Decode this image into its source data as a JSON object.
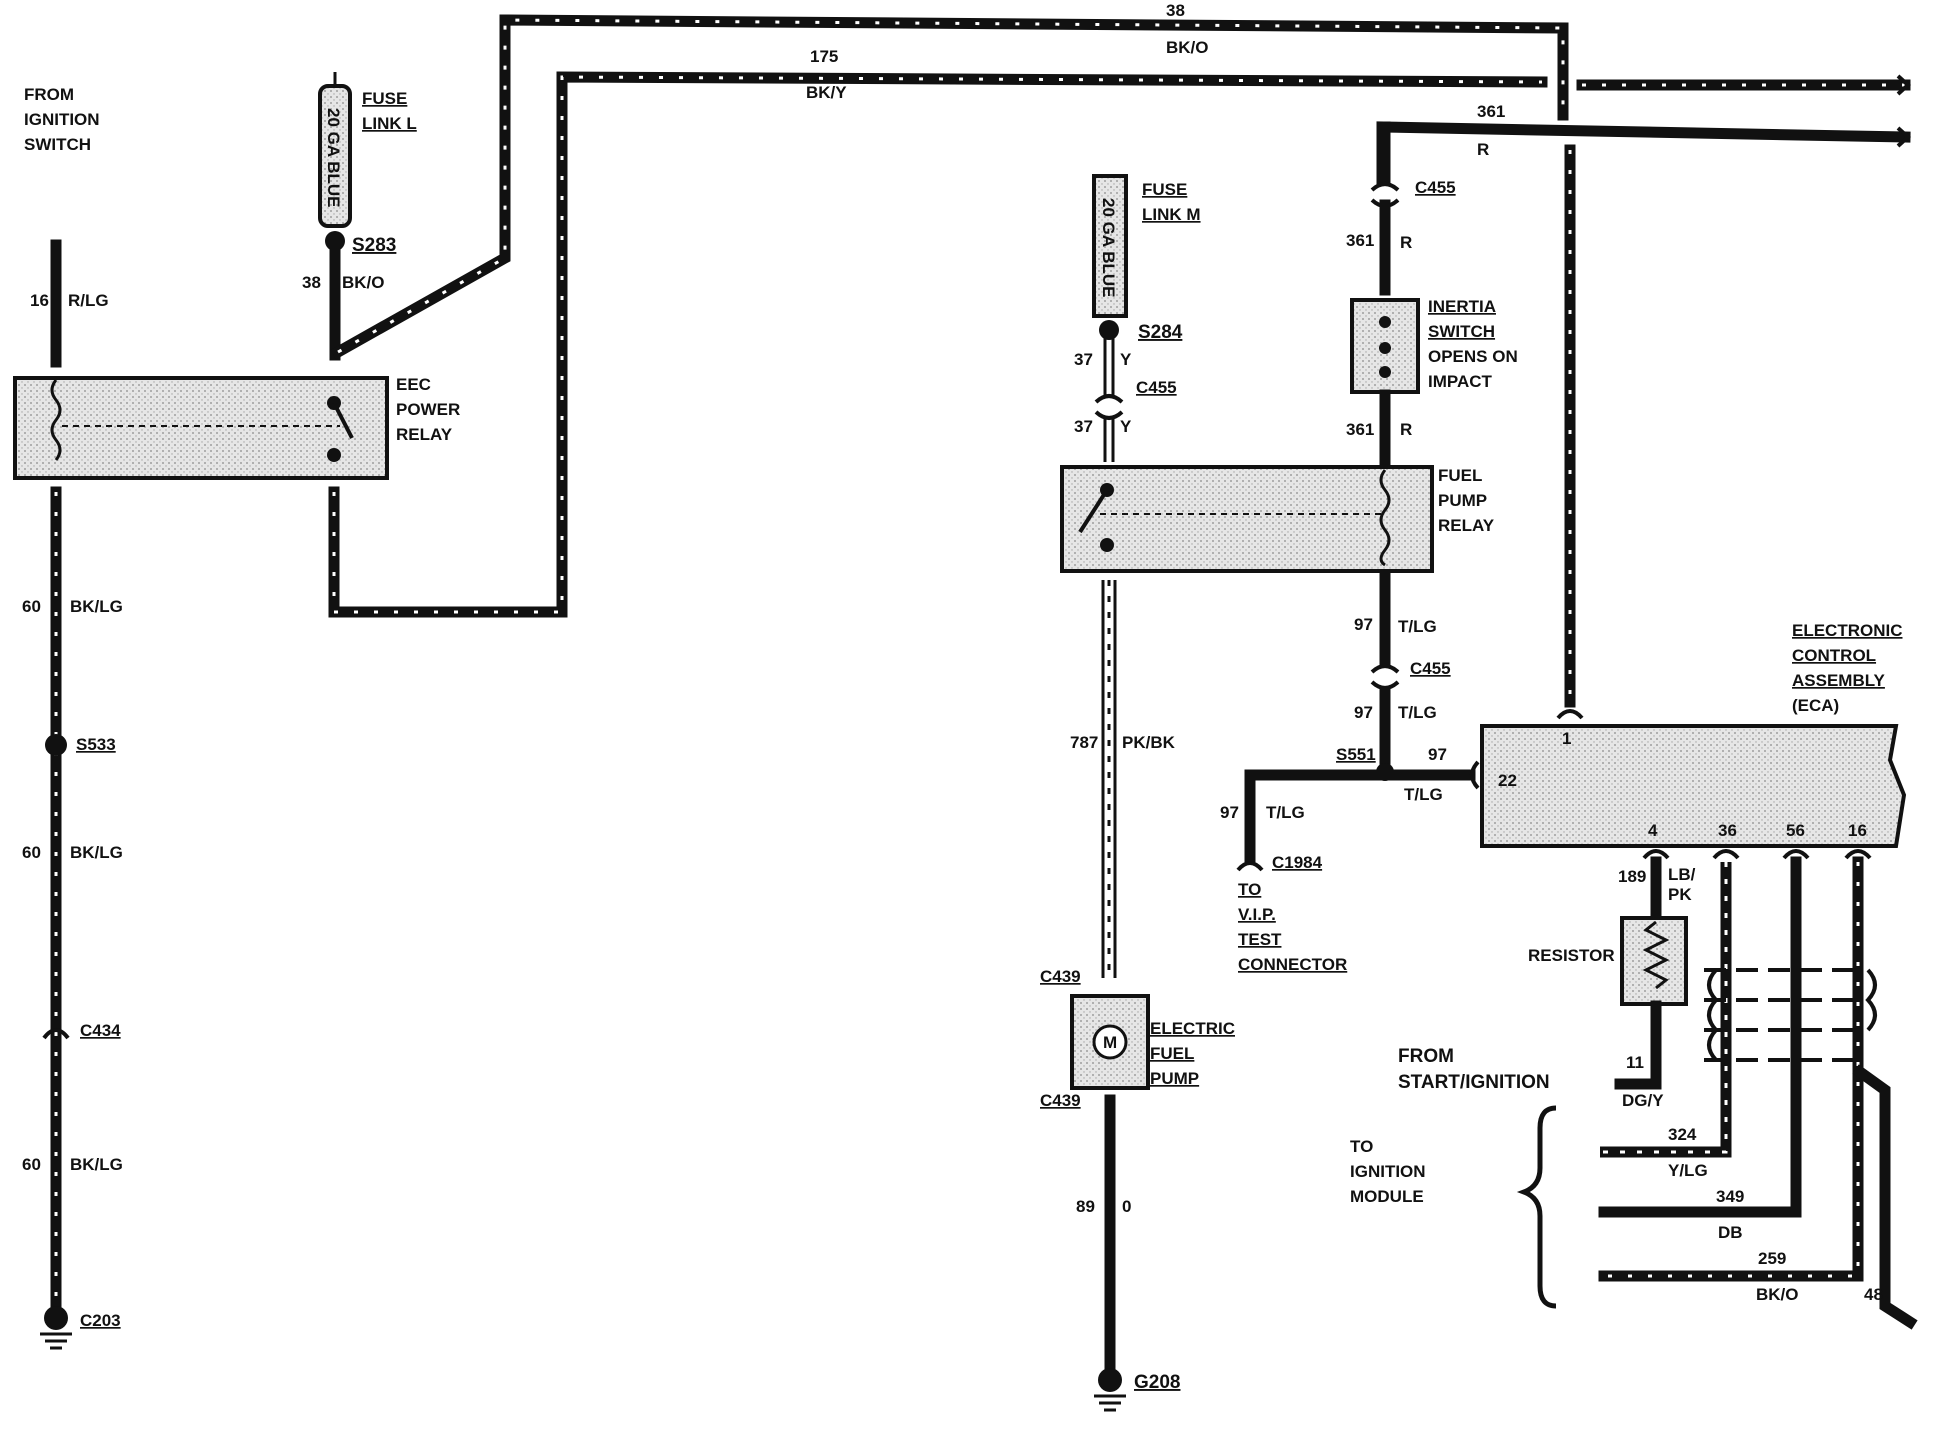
{
  "ignition_source": {
    "line1": "FROM",
    "line2": "IGNITION",
    "line3": "SWITCH"
  },
  "fuse_link_l": {
    "label1": "FUSE",
    "label2": "LINK L",
    "rating": "20 GA BLUE"
  },
  "fuse_link_m": {
    "label1": "FUSE",
    "label2": "LINK M",
    "rating": "20 GA BLUE"
  },
  "splices": {
    "s283": "S283",
    "s284": "S284",
    "s533": "S533",
    "s551": "S551"
  },
  "connectors": {
    "c455_a": "C455",
    "c455_b": "C455",
    "c455_c": "C455",
    "c434": "C434",
    "c203": "C203",
    "c439_top": "C439",
    "c439_bot": "C439",
    "c1984": "C1984",
    "g208": "G208"
  },
  "eec_relay": {
    "line1": "EEC",
    "line2": "POWER",
    "line3": "RELAY"
  },
  "fuel_pump_relay": {
    "line1": "FUEL",
    "line2": "PUMP",
    "line3": "RELAY"
  },
  "inertia_switch": {
    "line1": "INERTIA",
    "line2": "SWITCH",
    "line3": "OPENS ON",
    "line4": "IMPACT"
  },
  "fuel_pump": {
    "line1": "ELECTRIC",
    "line2": "FUEL",
    "line3": "PUMP",
    "symbol": "M"
  },
  "eca": {
    "line1": "ELECTRONIC",
    "line2": "CONTROL",
    "line3": "ASSEMBLY",
    "line4": "(ECA)",
    "pin1": "1",
    "pin22": "22",
    "pin4": "4",
    "pin36": "36",
    "pin56": "56",
    "pin16": "16"
  },
  "resistor": {
    "label": "RESISTOR"
  },
  "vip": {
    "line1": "TO",
    "line2": "V.I.P.",
    "line3": "TEST",
    "line4": "CONNECTOR"
  },
  "start_ignition": {
    "line1": "FROM",
    "line2": "START/IGNITION"
  },
  "ignition_module": {
    "line1": "TO",
    "line2": "IGNITION",
    "line3": "MODULE"
  },
  "wires": {
    "w38_top_num": "38",
    "w38_top_color": "BK/O",
    "w175_num": "175",
    "w175_color": "BK/Y",
    "w361_top_num": "361",
    "w361_top_color": "R",
    "w38_num": "38",
    "w38_color": "BK/O",
    "w16_num": "16",
    "w16_color": "R/LG",
    "w60a_num": "60",
    "w60a_color": "BK/LG",
    "w60b_num": "60",
    "w60b_color": "BK/LG",
    "w60c_num": "60",
    "w60c_color": "BK/LG",
    "w37a_num": "37",
    "w37a_color": "Y",
    "w37b_num": "37",
    "w37b_color": "Y",
    "w361a_num": "361",
    "w361a_color": "R",
    "w361b_num": "361",
    "w361b_color": "R",
    "w97a_num": "97",
    "w97a_color": "T/LG",
    "w97b_num": "97",
    "w97b_color": "T/LG",
    "w97c_num": "97",
    "w97c_color": "T/LG",
    "w97d_num": "97",
    "w97d_color": "T/LG",
    "w787_num": "787",
    "w787_color": "PK/BK",
    "w89_num": "89",
    "w89_color": "0",
    "w189_num": "189",
    "w189_color1": "LB/",
    "w189_color2": "PK",
    "w11_num": "11",
    "w11_color": "DG/Y",
    "w324_num": "324",
    "w324_color": "Y/LG",
    "w349_num": "349",
    "w349_color": "DB",
    "w259_num": "259",
    "w259_color": "BK/O",
    "w48_num": "48"
  }
}
